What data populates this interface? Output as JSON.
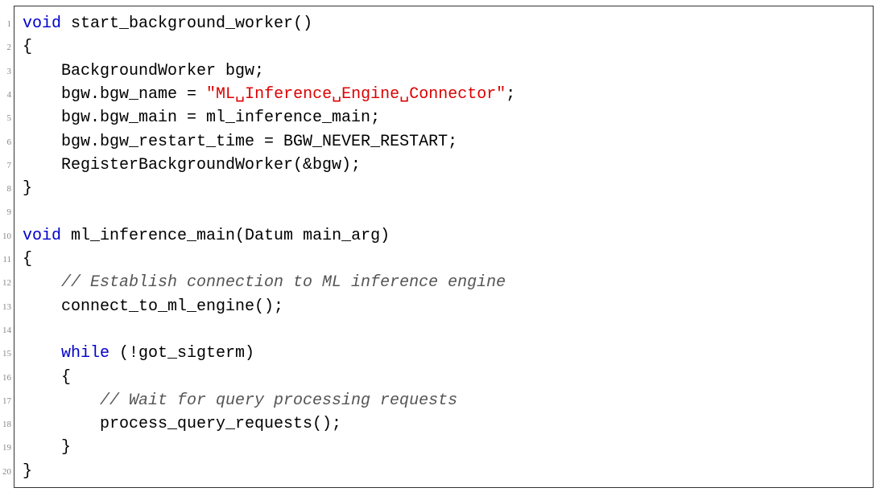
{
  "theme": {
    "keyword_color": "#0000cc",
    "string_color": "#dd0000",
    "comment_color": "#555555",
    "text_color": "#000000",
    "line_number_color": "#888888",
    "frame_color": "#333333"
  },
  "lines": [
    {
      "num": "1",
      "indent": 0,
      "tokens": [
        {
          "t": "kw",
          "v": "void"
        },
        {
          "t": "plain",
          "v": " start_background_worker()"
        }
      ]
    },
    {
      "num": "2",
      "indent": 0,
      "tokens": [
        {
          "t": "plain",
          "v": "{"
        }
      ]
    },
    {
      "num": "3",
      "indent": 1,
      "tokens": [
        {
          "t": "plain",
          "v": "BackgroundWorker bgw;"
        }
      ]
    },
    {
      "num": "4",
      "indent": 1,
      "tokens": [
        {
          "t": "plain",
          "v": "bgw.bgw_name = "
        },
        {
          "t": "str",
          "v": "\"ML␣Inference␣Engine␣Connector\""
        },
        {
          "t": "plain",
          "v": ";"
        }
      ]
    },
    {
      "num": "5",
      "indent": 1,
      "tokens": [
        {
          "t": "plain",
          "v": "bgw.bgw_main = ml_inference_main;"
        }
      ]
    },
    {
      "num": "6",
      "indent": 1,
      "tokens": [
        {
          "t": "plain",
          "v": "bgw.bgw_restart_time = BGW_NEVER_RESTART;"
        }
      ]
    },
    {
      "num": "7",
      "indent": 1,
      "tokens": [
        {
          "t": "plain",
          "v": "RegisterBackgroundWorker(&bgw);"
        }
      ]
    },
    {
      "num": "8",
      "indent": 0,
      "tokens": [
        {
          "t": "plain",
          "v": "}"
        }
      ]
    },
    {
      "num": "9",
      "indent": 0,
      "tokens": []
    },
    {
      "num": "10",
      "indent": 0,
      "tokens": [
        {
          "t": "kw",
          "v": "void"
        },
        {
          "t": "plain",
          "v": " ml_inference_main(Datum main_arg)"
        }
      ]
    },
    {
      "num": "11",
      "indent": 0,
      "tokens": [
        {
          "t": "plain",
          "v": "{"
        }
      ]
    },
    {
      "num": "12",
      "indent": 1,
      "tokens": [
        {
          "t": "com",
          "v": "// Establish connection to ML inference engine"
        }
      ]
    },
    {
      "num": "13",
      "indent": 1,
      "tokens": [
        {
          "t": "plain",
          "v": "connect_to_ml_engine();"
        }
      ]
    },
    {
      "num": "14",
      "indent": 0,
      "tokens": []
    },
    {
      "num": "15",
      "indent": 1,
      "tokens": [
        {
          "t": "kw",
          "v": "while"
        },
        {
          "t": "plain",
          "v": " (!got_sigterm)"
        }
      ]
    },
    {
      "num": "16",
      "indent": 1,
      "tokens": [
        {
          "t": "plain",
          "v": "{"
        }
      ]
    },
    {
      "num": "17",
      "indent": 2,
      "tokens": [
        {
          "t": "com",
          "v": "// Wait for query processing requests"
        }
      ]
    },
    {
      "num": "18",
      "indent": 2,
      "tokens": [
        {
          "t": "plain",
          "v": "process_query_requests();"
        }
      ]
    },
    {
      "num": "19",
      "indent": 1,
      "tokens": [
        {
          "t": "plain",
          "v": "}"
        }
      ]
    },
    {
      "num": "20",
      "indent": 0,
      "tokens": [
        {
          "t": "plain",
          "v": "}"
        }
      ]
    }
  ]
}
